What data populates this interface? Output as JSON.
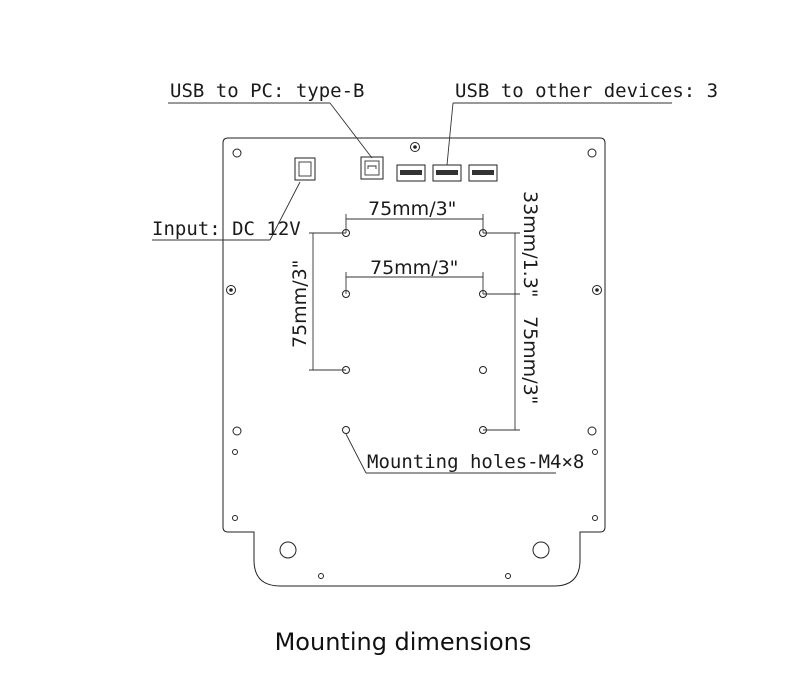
{
  "labels": {
    "usb_pc": "USB to PC: type-B",
    "usb_other": "USB to other devices: 3",
    "input": "Input: DC 12V",
    "mount_holes": "Mounting holes-M4×8",
    "dim_h_top": "75mm/3\"",
    "dim_h_mid": "75mm/3\"",
    "dim_v_left": "75mm/3\"",
    "dim_v_right_top": "33mm/1.3\"",
    "dim_v_right_bottom": "75mm/3\""
  },
  "caption": "Mounting dimensions"
}
